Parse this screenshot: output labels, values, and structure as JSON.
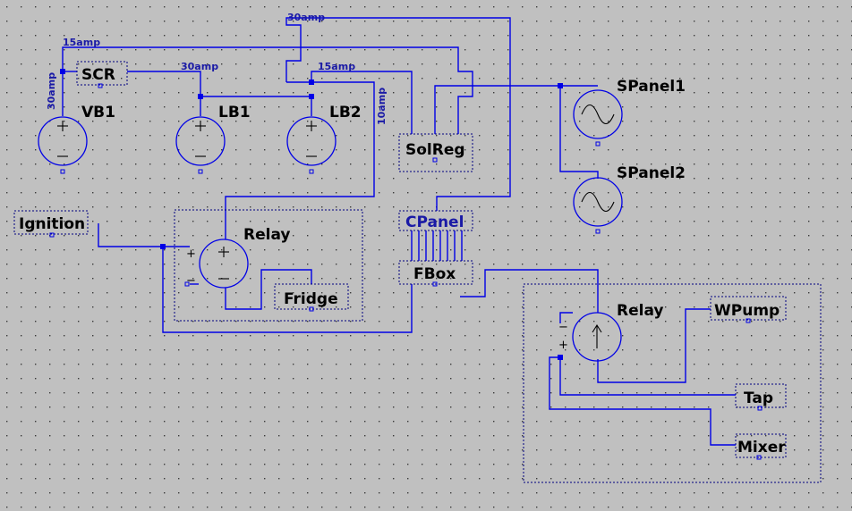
{
  "labels": {
    "vb1": "VB1",
    "lb1": "LB1",
    "lb2": "LB2",
    "scr": "SCR",
    "solreg": "SolReg",
    "spanel1": "SPanel1",
    "spanel2": "SPanel2",
    "ignition": "Ignition",
    "relay1": "Relay",
    "fridge": "Fridge",
    "cpanel": "CPanel",
    "fbox": "FBox",
    "relay2": "Relay",
    "wpump": "WPump",
    "tap": "Tap",
    "mixer": "Mixer"
  },
  "wire_labels": {
    "vb1_feed": "30amp",
    "main_feed": "15amp",
    "top_feed": "30amp",
    "scr_feed": "30amp",
    "lb2_feed": "15amp",
    "relay_feed": "10amp"
  },
  "symbols": {
    "plus": "+",
    "minus": "−"
  }
}
